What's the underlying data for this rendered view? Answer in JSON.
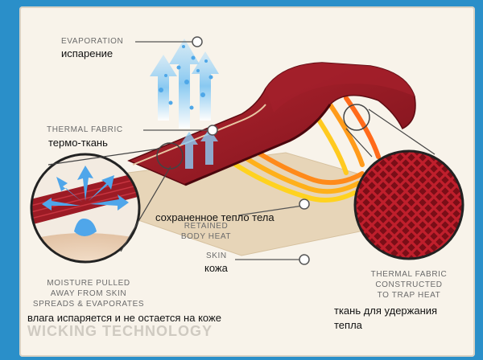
{
  "labels": {
    "evaporation_en": "EVAPORATION",
    "evaporation_ru": "испарение",
    "thermal_fabric_en": "THERMAL FABRIC",
    "thermal_fabric_ru": "термо-ткань",
    "retained_ru": "сохраненное тепло тела",
    "retained_en_line1": "RETAINED",
    "retained_en_line2": "BODY HEAT",
    "skin_en": "SKIN",
    "skin_ru": "кожа",
    "moisture_en_line1": "MOISTURE PULLED",
    "moisture_en_line2": "AWAY FROM SKIN",
    "moisture_en_line3": "SPREADS & EVAPORATES",
    "moisture_ru": "влага испаряется и не остается на коже",
    "constructed_en_line1": "THERMAL FABRIC",
    "constructed_en_line2": "CONSTRUCTED",
    "constructed_en_line3": "TO TRAP HEAT",
    "constructed_ru_line1": "ткань для удержания",
    "constructed_ru_line2": "тепла"
  },
  "footer": {
    "title": "WICKING TECHNOLOGY"
  },
  "colors": {
    "background": "#2a8fc9",
    "card": "#f8f3ea",
    "fabric": "#9c1b25",
    "fabric_dark": "#6e0f17",
    "skin": "#e6d3b6",
    "heat_yellow": "#ffd21f",
    "heat_orange": "#ff7a1a",
    "vapor_blue": "#67b8f0"
  }
}
